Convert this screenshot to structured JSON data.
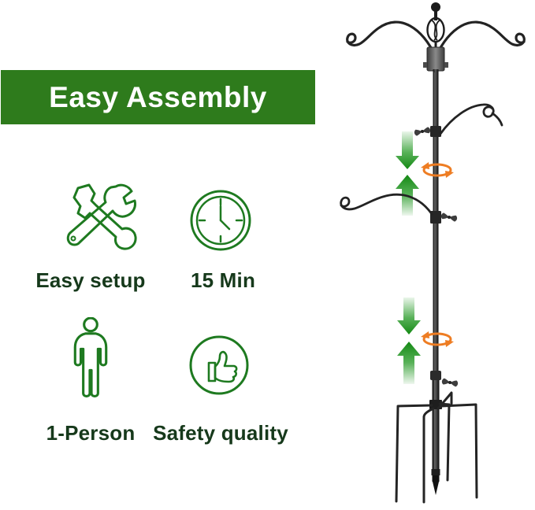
{
  "banner": {
    "label": "Easy Assembly",
    "bg_color": "#2e7b1c",
    "text_color": "#ffffff"
  },
  "features": [
    {
      "icon": "tools-icon",
      "label": "Easy setup"
    },
    {
      "icon": "clock-icon",
      "label": "15 Min"
    },
    {
      "icon": "person-icon",
      "label": "1-Person"
    },
    {
      "icon": "thumbs-up-icon",
      "label": "Safety quality"
    }
  ],
  "illustration": {
    "subject": "dual-hook bird feeder pole with twisted finial, two side hooks, telescoping tube and 5-prong ground base",
    "annotation_icons": [
      "down-arrow-icon",
      "up-arrow-icon",
      "rotate-icon"
    ]
  },
  "colors": {
    "banner_green": "#2e7b1c",
    "icon_green": "#1e7a20",
    "label_green": "#16391b",
    "arrow_green": "#1f9a1f",
    "rotate_orange": "#ee7d23",
    "pole_black": "#1a1a1a"
  }
}
